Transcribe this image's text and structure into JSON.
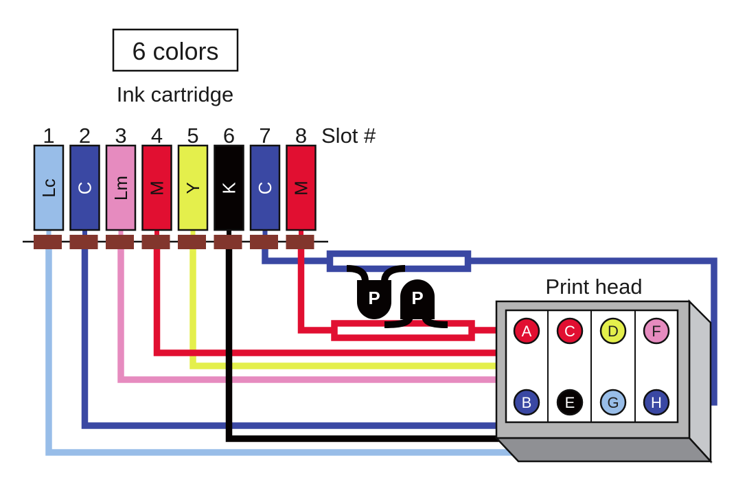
{
  "title": "6 colors",
  "subtitle": "Ink cartridge",
  "slot_header": "Slot #",
  "print_head_label": "Print head",
  "colors": {
    "light_cyan": "#98bde8",
    "cyan": "#3a48a3",
    "light_magenta": "#e68bbf",
    "magenta": "#e10f31",
    "yellow": "#e4ef4c",
    "black": "#060202",
    "connector": "#82362d",
    "head_gray": "#b5b5b5",
    "head_side": "#c6c8cb",
    "head_bottom": "#8f9094"
  },
  "cartridges": [
    {
      "slot": "1",
      "label": "Lc",
      "color_key": "light_cyan",
      "text_color": "#111111",
      "port": "G"
    },
    {
      "slot": "2",
      "label": "C",
      "color_key": "cyan",
      "text_color": "#ffffff",
      "port": "B"
    },
    {
      "slot": "3",
      "label": "Lm",
      "color_key": "light_magenta",
      "text_color": "#111111",
      "port": "F"
    },
    {
      "slot": "4",
      "label": "M",
      "color_key": "magenta",
      "text_color": "#111111",
      "port": "C"
    },
    {
      "slot": "5",
      "label": "Y",
      "color_key": "yellow",
      "text_color": "#111111",
      "port": "D"
    },
    {
      "slot": "6",
      "label": "K",
      "color_key": "black",
      "text_color": "#ffffff",
      "port": "E"
    },
    {
      "slot": "7",
      "label": "C",
      "color_key": "cyan",
      "text_color": "#ffffff",
      "port": "H"
    },
    {
      "slot": "8",
      "label": "M",
      "color_key": "magenta",
      "text_color": "#111111",
      "port": "A"
    }
  ],
  "ports": [
    {
      "letter": "A",
      "color_key": "magenta",
      "text_color": "#ffffff",
      "row": 0,
      "col": 0
    },
    {
      "letter": "C",
      "color_key": "magenta",
      "text_color": "#ffffff",
      "row": 0,
      "col": 1
    },
    {
      "letter": "D",
      "color_key": "yellow",
      "text_color": "#222222",
      "row": 0,
      "col": 2
    },
    {
      "letter": "F",
      "color_key": "light_magenta",
      "text_color": "#222222",
      "row": 0,
      "col": 3
    },
    {
      "letter": "B",
      "color_key": "cyan",
      "text_color": "#ffffff",
      "row": 1,
      "col": 0
    },
    {
      "letter": "E",
      "color_key": "black",
      "text_color": "#ffffff",
      "row": 1,
      "col": 1
    },
    {
      "letter": "G",
      "color_key": "light_cyan",
      "text_color": "#222222",
      "row": 1,
      "col": 2
    },
    {
      "letter": "H",
      "color_key": "cyan",
      "text_color": "#ffffff",
      "row": 1,
      "col": 3
    }
  ],
  "pumps": [
    {
      "label": "P",
      "type": "inverted",
      "line": "cyan"
    },
    {
      "label": "P",
      "type": "upright",
      "line": "magenta"
    }
  ]
}
